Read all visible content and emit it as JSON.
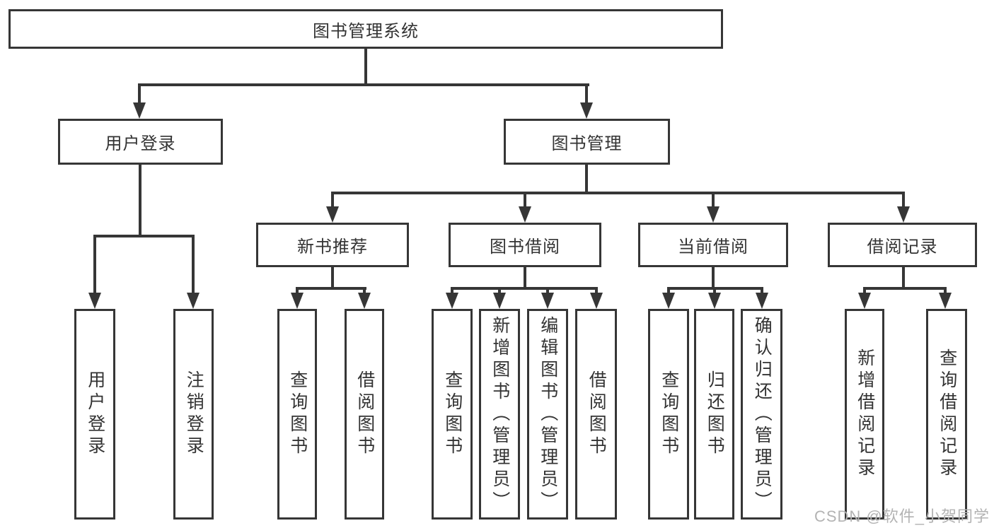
{
  "diagram": {
    "title": "图书管理系统",
    "root": {
      "label": "图书管理系统"
    },
    "level2": [
      {
        "label": "用户登录"
      },
      {
        "label": "图书管理"
      }
    ],
    "level3": [
      {
        "label": "新书推荐"
      },
      {
        "label": "图书借阅"
      },
      {
        "label": "当前借阅"
      },
      {
        "label": "借阅记录"
      }
    ],
    "leaves": {
      "user_login": [
        "用户登录",
        "注销登录"
      ],
      "new_book_rec": [
        "查询图书",
        "借阅图书"
      ],
      "book_borrow": [
        "查询图书",
        "新增图书（管理员）",
        "编辑图书（管理员）",
        "借阅图书"
      ],
      "current_borrow": [
        "查询图书",
        "归还图书",
        "确认归还（管理员）"
      ],
      "borrow_record": [
        "新增借阅记录",
        "查询借阅记录"
      ]
    }
  },
  "watermark": "CSDN @软件_小贺同学",
  "colors": {
    "line": "#363636",
    "text": "#333333",
    "watermark": "#b3b3b3",
    "background": "#ffffff"
  }
}
